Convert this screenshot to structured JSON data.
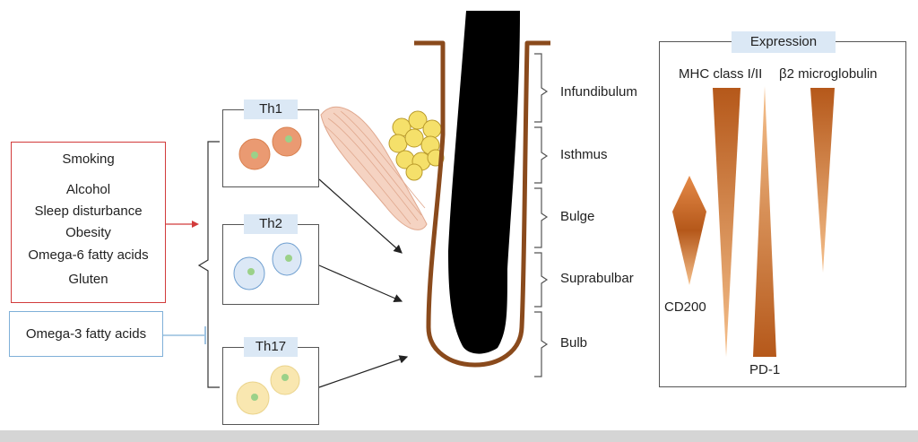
{
  "risk_factors": [
    "Smoking",
    "Alcohol",
    "Sleep disturbance",
    "Obesity",
    "Omega-6 fatty acids",
    "Gluten"
  ],
  "protective_factor": "Omega-3 fatty acids",
  "t_cells": [
    {
      "label": "Th1",
      "color": "#ea9a72"
    },
    {
      "label": "Th2",
      "color": "#dce8f6"
    },
    {
      "label": "Th17",
      "color": "#f9e7b0"
    }
  ],
  "hair_regions": [
    "Infundibulum",
    "Isthmus",
    "Bulge",
    "Suprabulbar",
    "Bulb"
  ],
  "expression": {
    "title": "Expression",
    "markers": [
      "MHC class I/II",
      "β2 microglobulin",
      "CD200",
      "PD-1"
    ]
  },
  "colors": {
    "promote_line": "#d23b3b",
    "inhibit_line": "#7fb0d8",
    "follicle_outline": "#8a4a1c",
    "hair_shaft": "#000000",
    "gradient_dark": "#b5581a",
    "gradient_light": "#f5c08c",
    "label_fill": "#dbe8f5",
    "muscle": "#f5d3c2",
    "gland": "#f5e06a"
  }
}
